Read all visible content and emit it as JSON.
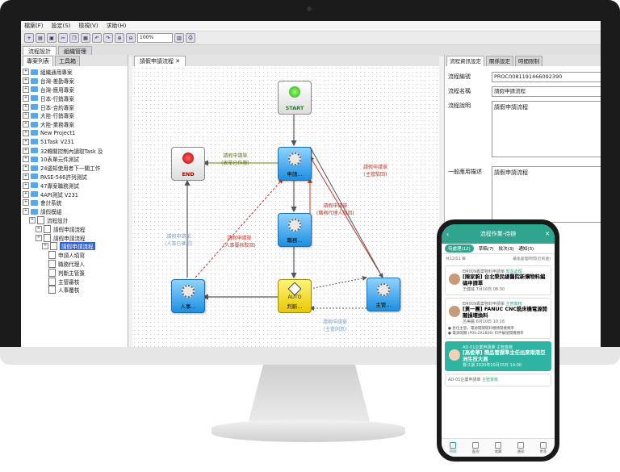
{
  "menu": [
    "檔案(F)",
    "設定(S)",
    "檢視(V)",
    "求助(H)"
  ],
  "toolbar": {
    "zoom": "100%"
  },
  "main_tabs": [
    "流程設計",
    "組織管理"
  ],
  "left_panel": {
    "tabs": [
      "專案列表",
      "工具箱"
    ],
    "tree": [
      {
        "label": "組織通用專案",
        "depth": 0,
        "kind": "folder"
      },
      {
        "label": "台灣-差勤專案",
        "depth": 0,
        "kind": "folder"
      },
      {
        "label": "台灣-應用專案",
        "depth": 0,
        "kind": "folder"
      },
      {
        "label": "日本-行銷專案",
        "depth": 0,
        "kind": "folder"
      },
      {
        "label": "日本-合約專案",
        "depth": 0,
        "kind": "folder"
      },
      {
        "label": "大陸-行銷專案",
        "depth": 0,
        "kind": "folder"
      },
      {
        "label": "大陸-業務專案",
        "depth": 0,
        "kind": "folder"
      },
      {
        "label": "New Project1",
        "depth": 0,
        "kind": "folder"
      },
      {
        "label": "51Task V231",
        "depth": 0,
        "kind": "folder"
      },
      {
        "label": "32轉關控制內讀取Task 及",
        "depth": 0,
        "kind": "folder"
      },
      {
        "label": "10表單元件測試",
        "depth": 0,
        "kind": "folder"
      },
      {
        "label": "24邊知使用者下一關工作",
        "depth": 0,
        "kind": "folder"
      },
      {
        "label": "PASE-546許列測試",
        "depth": 0,
        "kind": "folder"
      },
      {
        "label": "47專案職務測試",
        "depth": 0,
        "kind": "folder"
      },
      {
        "label": "4API測試 V231",
        "depth": 0,
        "kind": "folder"
      },
      {
        "label": "會計系統",
        "depth": 0,
        "kind": "folder"
      },
      {
        "label": "請假模組",
        "depth": 0,
        "kind": "folder"
      },
      {
        "label": "流程設計",
        "depth": 1,
        "kind": "doc"
      },
      {
        "label": "請假申請流程",
        "depth": 2,
        "kind": "doc"
      },
      {
        "label": "請假申請流程",
        "depth": 2,
        "kind": "doc"
      },
      {
        "label": "請假申請流程",
        "depth": 3,
        "kind": "doc",
        "selected": true
      },
      {
        "label": "申請人填寫",
        "depth": 4,
        "kind": "doc"
      },
      {
        "label": "職務代理人",
        "depth": 4,
        "kind": "doc"
      },
      {
        "label": "判斷主管簽",
        "depth": 4,
        "kind": "doc"
      },
      {
        "label": "主管審核",
        "depth": 4,
        "kind": "doc"
      },
      {
        "label": "人事覆核",
        "depth": 4,
        "kind": "doc"
      }
    ]
  },
  "center": {
    "tab": "請假申請流程",
    "nodes": {
      "start": "START",
      "end": "END",
      "apply": "申請...",
      "agent": "職務...",
      "hr": "人事...",
      "judge": "判斷...",
      "judge_auto": "AUTO",
      "manager": "主管..."
    },
    "edge_labels": {
      "back_to_apply": "請假申請單",
      "back_to_apply_sub": "(表單已作廢)",
      "manager_reject": "請假申請單",
      "manager_reject_sub": "(主管駁回)",
      "agent_reject": "請假申請單",
      "agent_reject_sub": "(職務代理人駁回)",
      "hr_reject": "請假申請單",
      "hr_reject_sub": "(人事覆核駁回)",
      "hr_done": "請假申請單",
      "hr_done_sub": "(人事已確認)",
      "judge_pass": "請假申請單",
      "judge_pass_sub": "(主管同意)"
    }
  },
  "right_panel": {
    "tabs": [
      "流程資訊設定",
      "關係設定",
      "時間限制"
    ],
    "fields": [
      {
        "label": "流程編號",
        "value": "PROC0081191466092390"
      },
      {
        "label": "流程名稱",
        "value": "請假申請流程"
      },
      {
        "label": "流程說明",
        "value": "請假申請流程"
      },
      {
        "label": "一般應用描述",
        "value": "請假申請流程"
      }
    ]
  },
  "phone": {
    "title": "流程作業-待辦",
    "tabs": [
      "待處理(12)",
      "草稿(7)",
      "批次(3)",
      "通知(3)"
    ],
    "count": "共12/01 筆",
    "sort": "最後處理時間(近到遠)",
    "cards": [
      {
        "code": "EM009專案物料申請單",
        "tag": "緊急處理",
        "title": "[陳家駒] 台北榮民總醫院新購物料編碼申請單",
        "user": "王健威",
        "date": "7月16日 08:30"
      },
      {
        "code": "EM009專案物料申請單",
        "tag": "主管簽核",
        "title": "[黃一團] FANUC CNC銑床機電源開關損壞換料",
        "user": "呂美麗",
        "date": "6月10日 10:16"
      },
      {
        "code": "AD-01企業申請單",
        "tag": "主管簽核",
        "title": "[高俊華] 簡品管課準主任出席南港亞洲生技大展",
        "user": "曹江湖",
        "date": "2020年10月15日 14:00",
        "highlight": true
      },
      {
        "code": "AD-01企業申請單",
        "tag": "主管簽核",
        "title": "",
        "user": "",
        "date": ""
      }
    ],
    "card_extra": [
      "● 各位主管，電源開關開料機頻開機頻率",
      "● 電源開關 (P0S-ZX2B00) 料件編號開機頻率"
    ],
    "nav": [
      "待辦",
      "查詢",
      "收藏",
      "通知",
      "更多"
    ]
  }
}
